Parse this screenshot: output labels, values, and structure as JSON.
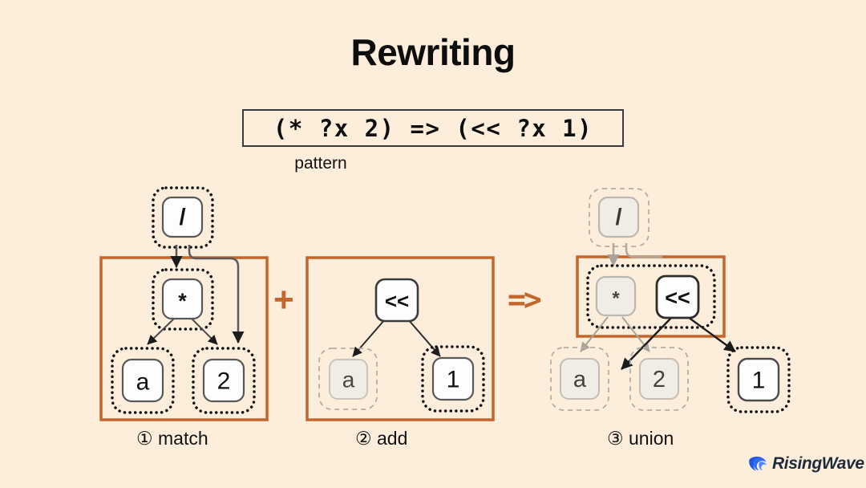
{
  "slide": {
    "title": "Rewriting",
    "background_color": "#fdeedb",
    "accent_color": "#c4662b"
  },
  "pattern": {
    "text": "(* ?x 2) => (<< ?x 1)",
    "caption": "pattern",
    "border_color": "#3b3b3b"
  },
  "separators": {
    "plus": "+",
    "arrow": "=>"
  },
  "panels": [
    {
      "id": "match",
      "caption": "① match",
      "highlight_box": true,
      "nodes": [
        {
          "name": "div-node",
          "label": "/",
          "faded": false,
          "eclass_style": "dotted"
        },
        {
          "name": "mul-node",
          "label": "*",
          "faded": false,
          "eclass_style": "dotted"
        },
        {
          "name": "a-node",
          "label": "a",
          "faded": false,
          "eclass_style": "dotted"
        },
        {
          "name": "two-node",
          "label": "2",
          "faded": false,
          "eclass_style": "dotted"
        }
      ]
    },
    {
      "id": "add",
      "caption": "② add",
      "highlight_box": true,
      "nodes": [
        {
          "name": "shift-node",
          "label": "<<",
          "faded": false,
          "eclass_style": "none"
        },
        {
          "name": "a-node",
          "label": "a",
          "faded": true,
          "eclass_style": "dashed"
        },
        {
          "name": "one-node",
          "label": "1",
          "faded": false,
          "eclass_style": "dotted"
        }
      ]
    },
    {
      "id": "union",
      "caption": "③ union",
      "highlight_box": true,
      "nodes": [
        {
          "name": "div-node",
          "label": "/",
          "faded": true,
          "eclass_style": "dashed"
        },
        {
          "name": "mul-node",
          "label": "*",
          "faded": true,
          "eclass_style": "dotted"
        },
        {
          "name": "shift-node",
          "label": "<<",
          "faded": false,
          "eclass_style": "dotted"
        },
        {
          "name": "a-node",
          "label": "a",
          "faded": true,
          "eclass_style": "dashed"
        },
        {
          "name": "two-node",
          "label": "2",
          "faded": true,
          "eclass_style": "dashed"
        },
        {
          "name": "one-node",
          "label": "1",
          "faded": false,
          "eclass_style": "dotted"
        }
      ]
    }
  ],
  "labels": {
    "p1_div": "/",
    "p1_mul": "*",
    "p1_a": "a",
    "p1_two": "2",
    "p2_shift": "<<",
    "p2_a": "a",
    "p2_one": "1",
    "p3_div": "/",
    "p3_mul": "*",
    "p3_shift": "<<",
    "p3_a": "a",
    "p3_two": "2",
    "p3_one": "1"
  },
  "logo": {
    "text": "RisingWave",
    "mark_color": "#1f56e8",
    "text_color": "#1e2b3c"
  }
}
